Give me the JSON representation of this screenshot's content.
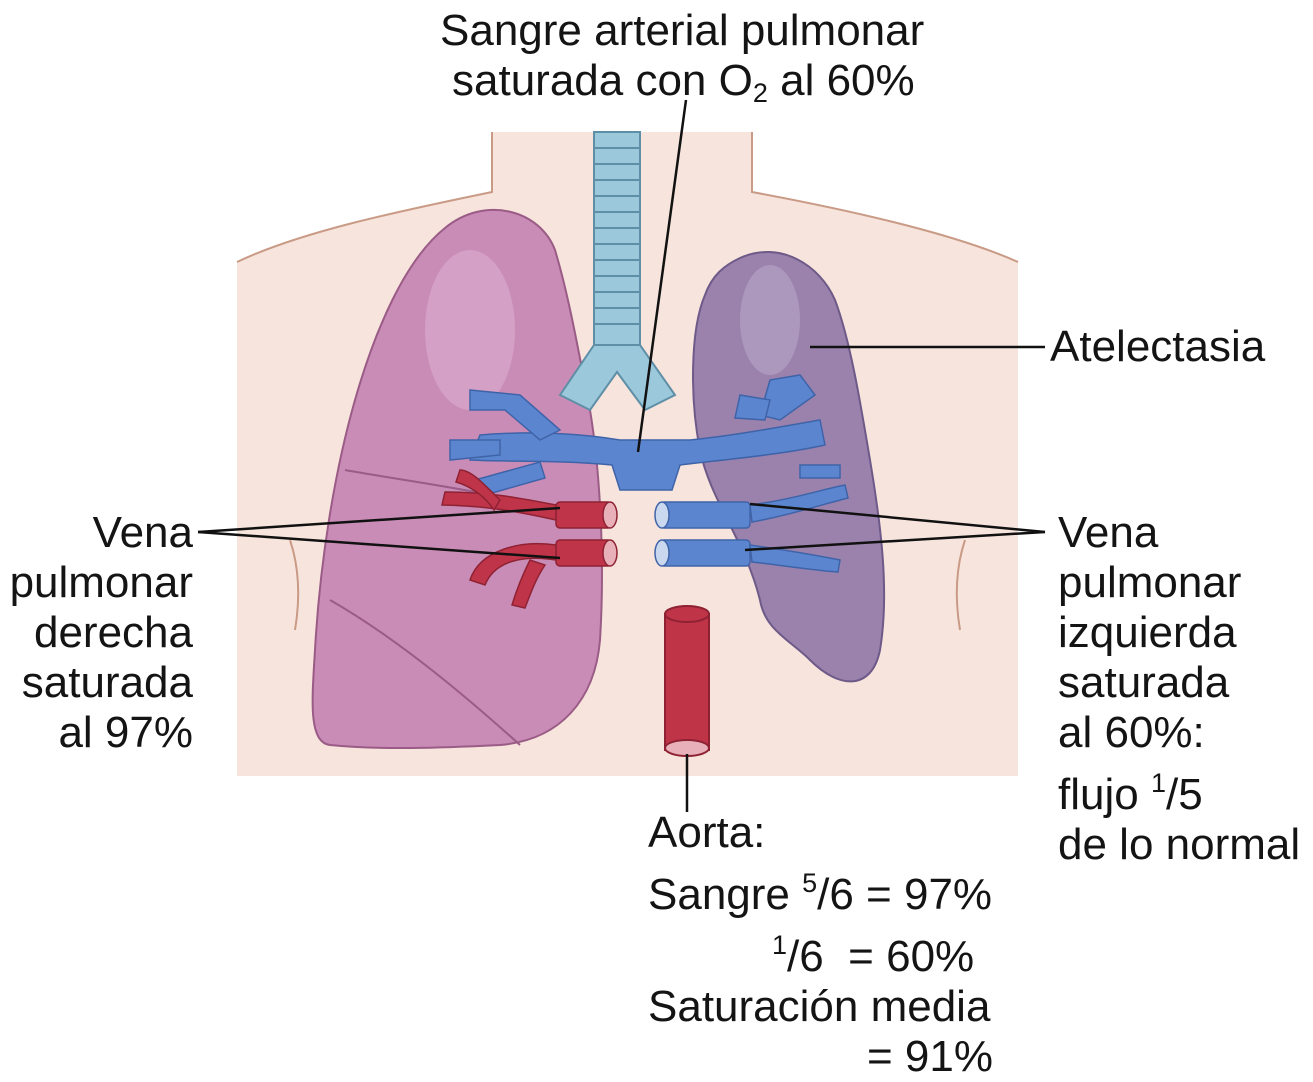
{
  "labels": {
    "top": {
      "line1": "Sangre arterial pulmonar",
      "line2_pre": "saturada con O",
      "line2_sub": "2",
      "line2_post": " al 60%"
    },
    "atelectasia": "Atelectasia",
    "left_vein": [
      "Vena",
      "pulmonar",
      "derecha",
      "saturada",
      "al 97%"
    ],
    "right_vein": {
      "lines": [
        "Vena",
        "pulmonar",
        "izquierda",
        "saturada",
        "al 60%:"
      ],
      "flow_pre": "flujo ",
      "flow_num": "1",
      "flow_den": "/5",
      "last": "de lo normal"
    },
    "aorta": {
      "title": "Aorta:",
      "l2_pre": "Sangre ",
      "l2_num": "5",
      "l2_rest": "/6 = 97%",
      "l3_num": "1",
      "l3_rest": "/6  = 60%",
      "l4": "Saturación media",
      "l5": "= 91%"
    }
  },
  "colors": {
    "skin": "#f7e4dc",
    "body_outline": "#c99b86",
    "right_lung": "#c98cb6",
    "left_lung_atelectasis": "#9a82ad",
    "trachea": "#9cc8dc",
    "pulmonary_artery": "#5b86cf",
    "pulmonary_vein_red": "#c0344a",
    "aorta": "#c03448",
    "leader_line": "#111111"
  }
}
